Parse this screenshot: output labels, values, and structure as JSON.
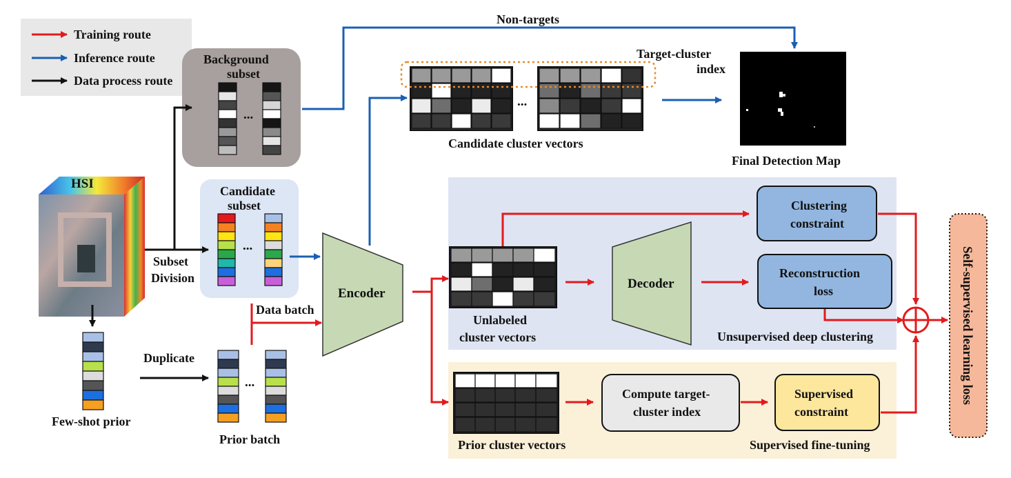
{
  "legend": {
    "items": [
      {
        "label": "Training route",
        "color": "#e31a1c"
      },
      {
        "label": "Inference route",
        "color": "#1a5fb4"
      },
      {
        "label": "Data process route",
        "color": "#111111"
      }
    ]
  },
  "labels": {
    "hsi": "HSI",
    "subset_division_1": "Subset",
    "subset_division_2": "Division",
    "background_subset_1": "Background",
    "background_subset_2": "subset",
    "candidate_subset_1": "Candidate",
    "candidate_subset_2": "subset",
    "data_batch": "Data batch",
    "duplicate": "Duplicate",
    "few_shot_prior": "Few-shot prior",
    "prior_batch": "Prior batch",
    "encoder": "Encoder",
    "decoder": "Decoder",
    "non_targets": "Non-targets",
    "target_cluster_index_1": "Target-cluster",
    "target_cluster_index_2": "index",
    "candidate_cluster_vectors": "Candidate cluster vectors",
    "final_detection_map": "Final Detection Map",
    "clustering_constraint_1": "Clustering",
    "clustering_constraint_2": "constraint",
    "reconstruction_loss_1": "Reconstruction",
    "reconstruction_loss_2": "loss",
    "unlabeled_cluster_vectors_1": "Unlabeled",
    "unlabeled_cluster_vectors_2": "cluster vectors",
    "unsupervised_deep_clustering": "Unsupervised deep clustering",
    "prior_cluster_vectors": "Prior cluster vectors",
    "compute_target_cluster_index_1": "Compute target-",
    "compute_target_cluster_index_2": "cluster index",
    "supervised_constraint_1": "Supervised",
    "supervised_constraint_2": "constraint",
    "supervised_fine_tuning": "Supervised fine-tuning",
    "self_supervised_learning_loss": "Self-supervised learning loss",
    "ellipsis": "..."
  },
  "colors": {
    "training": "#e31a1c",
    "inference": "#1a5fb4",
    "data_process": "#111111",
    "background_subset_bg": "#a8a09e",
    "candidate_subset_bg": "#dde6f4",
    "unsupervised_panel_bg": "#dfe4f3",
    "supervised_panel_bg": "#fbf0d8",
    "encoder_fill": "#c6d9b4",
    "blue_box_fill": "#92b6df",
    "grey_box_fill": "#e9e9e9",
    "yellow_box_fill": "#fde79c",
    "loss_box_fill": "#f6b89a",
    "highlight_dotted": "#e58a2f"
  }
}
